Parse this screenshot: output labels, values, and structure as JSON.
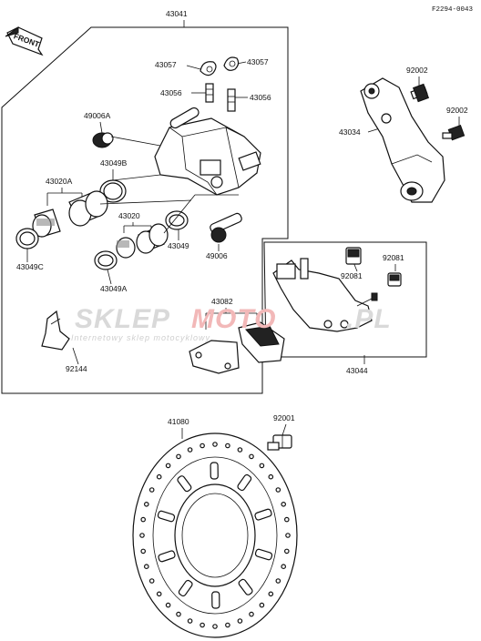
{
  "diagram": {
    "code": "F2294-0043",
    "direction_label": "FRONT",
    "watermark": {
      "brand_left": "SKLEP",
      "brand_mid": "MOTO",
      "brand_right": ".PL",
      "tagline": "Internetowy sklep motocyklowy"
    },
    "parts": {
      "p43041": "43041",
      "p43057a": "43057",
      "p43057b": "43057",
      "p43056a": "43056",
      "p43056b": "43056",
      "p92002a": "92002",
      "p92002b": "92002",
      "p43034": "43034",
      "p49006a": "49006A",
      "p43049b": "43049B",
      "p43020a": "43020A",
      "p43020": "43020",
      "p49006": "49006",
      "p43049": "43049",
      "p43049c": "43049C",
      "p43049a": "43049A",
      "p92081a": "92081",
      "p92081b": "92081",
      "p43082": "43082",
      "p92144": "92144",
      "p43044": "43044",
      "p41080": "41080",
      "p92001": "92001"
    },
    "colors": {
      "line": "#111111",
      "background": "#ffffff",
      "watermark_accent": "#e06060"
    }
  }
}
